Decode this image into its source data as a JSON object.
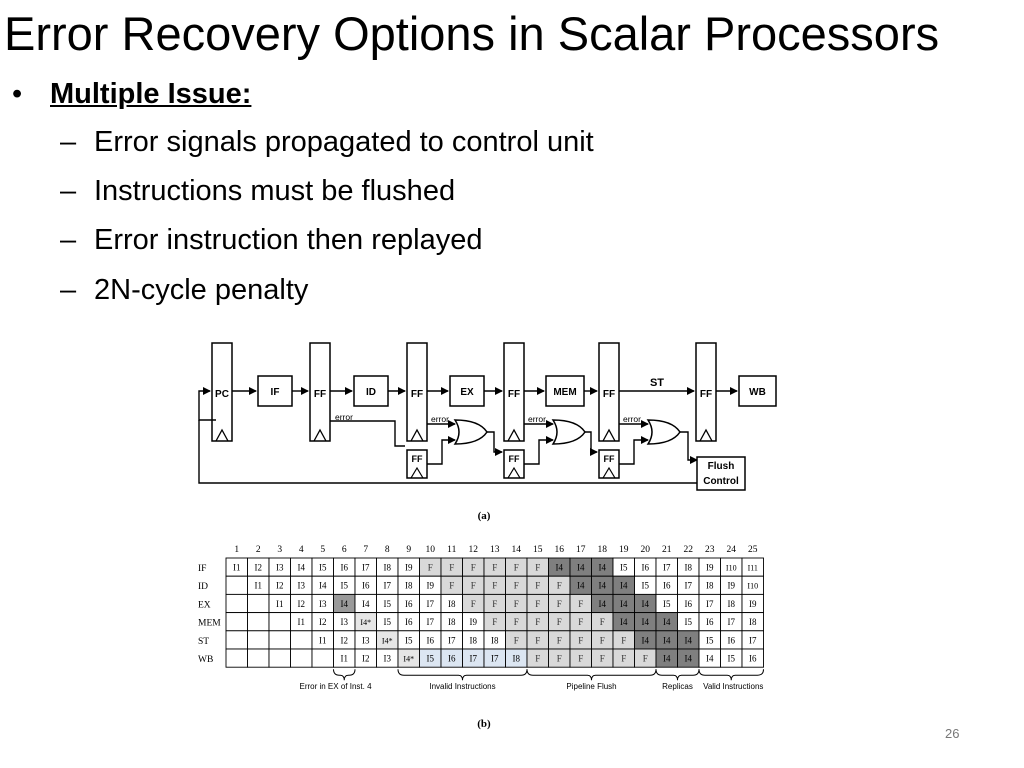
{
  "slide": {
    "title": "Error Recovery Options in Scalar Processors",
    "bullet": {
      "symbol": "•",
      "label": "Multiple Issue:"
    },
    "sub_bullets": [
      "Error signals propagated to control unit",
      "Instructions must be flushed",
      "Error instruction then replayed",
      "2N-cycle penalty"
    ],
    "page_number": "26"
  },
  "diagram_a": {
    "caption": "(a)",
    "stages": [
      "PC",
      "IF",
      "FF",
      "ID",
      "FF",
      "EX",
      "FF",
      "MEM",
      "FF",
      "ST",
      "FF",
      "WB"
    ],
    "replica_ff": [
      "FF",
      "FF",
      "FF"
    ],
    "error_label": "error",
    "flush_control": [
      "Flush",
      "Control"
    ]
  },
  "diagram_b": {
    "caption": "(b)",
    "cycles": [
      "1",
      "2",
      "3",
      "4",
      "5",
      "6",
      "7",
      "8",
      "9",
      "10",
      "11",
      "12",
      "13",
      "14",
      "15",
      "16",
      "17",
      "18",
      "19",
      "20",
      "21",
      "22",
      "23",
      "24",
      "25"
    ],
    "stage_labels": [
      "IF",
      "ID",
      "EX",
      "MEM",
      "ST",
      "WB"
    ],
    "rows": [
      [
        "I1",
        "I2",
        "I3",
        "I4",
        "I5",
        "I6",
        "I7",
        "I8",
        "I9",
        "F",
        "F",
        "F",
        "F",
        "F",
        "F",
        "I4",
        "I4",
        "I4",
        "I5",
        "I6",
        "I7",
        "I8",
        "I9",
        "I10",
        "I11"
      ],
      [
        "",
        "I1",
        "I2",
        "I3",
        "I4",
        "I5",
        "I6",
        "I7",
        "I8",
        "I9",
        "F",
        "F",
        "F",
        "F",
        "F",
        "F",
        "I4",
        "I4",
        "I4",
        "I5",
        "I6",
        "I7",
        "I8",
        "I9",
        "I10"
      ],
      [
        "",
        "",
        "I1",
        "I2",
        "I3",
        "I4",
        "I4",
        "I5",
        "I6",
        "I7",
        "I8",
        "F",
        "F",
        "F",
        "F",
        "F",
        "F",
        "I4",
        "I4",
        "I4",
        "I5",
        "I6",
        "I7",
        "I8",
        "I9"
      ],
      [
        "",
        "",
        "",
        "I1",
        "I2",
        "I3",
        "I4*",
        "I5",
        "I6",
        "I7",
        "I8",
        "I9",
        "F",
        "F",
        "F",
        "F",
        "F",
        "F",
        "I4",
        "I4",
        "I4",
        "I5",
        "I6",
        "I7",
        "I8"
      ],
      [
        "",
        "",
        "",
        "",
        "I1",
        "I2",
        "I3",
        "I4*",
        "I5",
        "I6",
        "I7",
        "I8",
        "I8",
        "F",
        "F",
        "F",
        "F",
        "F",
        "F",
        "I4",
        "I4",
        "I4",
        "I5",
        "I6",
        "I7"
      ],
      [
        "",
        "",
        "",
        "",
        "",
        "I1",
        "I2",
        "I3",
        "I4*",
        "I5",
        "I6",
        "I7",
        "I7",
        "I8",
        "F",
        "F",
        "F",
        "F",
        "F",
        "F",
        "I4",
        "I4",
        "I4",
        "I5",
        "I6"
      ]
    ],
    "row_cells": [
      [
        "I1",
        "I2",
        "I3",
        "I4",
        "I5",
        "I6",
        "I7",
        "I8",
        "I9",
        "F",
        "F",
        "F",
        "F",
        "F",
        "F",
        "I4",
        "I4",
        "I4",
        "I5",
        "I6",
        "I7",
        "I8",
        "I9",
        "I10",
        "I11"
      ],
      [
        "",
        "I1",
        "I2",
        "I3",
        "I4",
        "I5",
        "I6",
        "I7",
        "I8",
        "I9",
        "F",
        "F",
        "F",
        "F",
        "F",
        "F",
        "I4",
        "I4",
        "I4",
        "I5",
        "I6",
        "I7",
        "I8",
        "I9",
        "I10"
      ]
    ],
    "table": [
      [
        "I1",
        "I2",
        "I3",
        "I4",
        "I5",
        "I6",
        "I7",
        "I8",
        "I9",
        "F",
        "F",
        "F",
        "F",
        "F",
        "F",
        "I4",
        "I4",
        "I4",
        "I5",
        "I6",
        "I7",
        "I8",
        "I9",
        "I10",
        "I11"
      ],
      [
        "",
        "I1",
        "I2",
        "I3",
        "I4",
        "I5",
        "I6",
        "I7",
        "I8",
        "I9",
        "F",
        "F",
        "F",
        "F",
        "F",
        "F",
        "I4",
        "I4",
        "I4",
        "I5",
        "I6",
        "I7",
        "I8",
        "I9",
        "I10"
      ],
      [
        "",
        "",
        "I1",
        "I2",
        "I3",
        "I4",
        "I4",
        "I5",
        "I6",
        "I7",
        "I8",
        "F",
        "F",
        "F",
        "F",
        "F",
        "F",
        "I4",
        "I4",
        "I4",
        "I5",
        "I6",
        "I7",
        "I8",
        "I9"
      ],
      [
        "",
        "",
        "",
        "I1",
        "I2",
        "I3",
        "I4*",
        "I5",
        "I6",
        "I7",
        "I8",
        "I9",
        "F",
        "F",
        "F",
        "F",
        "F",
        "F",
        "I4",
        "I4",
        "I4",
        "I5",
        "I6",
        "I7",
        "I8"
      ],
      [
        "",
        "",
        "",
        "",
        "I1",
        "I2",
        "I3",
        "I4*",
        "I5",
        "I6",
        "I7",
        "I8",
        "I8",
        "F",
        "F",
        "F",
        "F",
        "F",
        "F",
        "I4",
        "I4",
        "I4",
        "I5",
        "I6",
        "I7"
      ],
      [
        "",
        "",
        "",
        "",
        "",
        "I1",
        "I2",
        "I3",
        "I4*",
        "I5",
        "I6",
        "I7",
        "I7",
        "I8",
        "F",
        "F",
        "F",
        "F",
        "F",
        "F",
        "I4",
        "I4",
        "I4",
        "I5",
        "I6"
      ]
    ],
    "annotations": [
      "Error in EX of Inst. 4",
      "Invalid Instructions",
      "Pipeline Flush",
      "Replicas",
      "Valid Instructions"
    ],
    "colors": {
      "error": "#9a9a9a",
      "invalid": "#dce6f2",
      "flush": "#d9d9d9",
      "replica": "#7f7f7f",
      "grid": "#000000"
    }
  }
}
